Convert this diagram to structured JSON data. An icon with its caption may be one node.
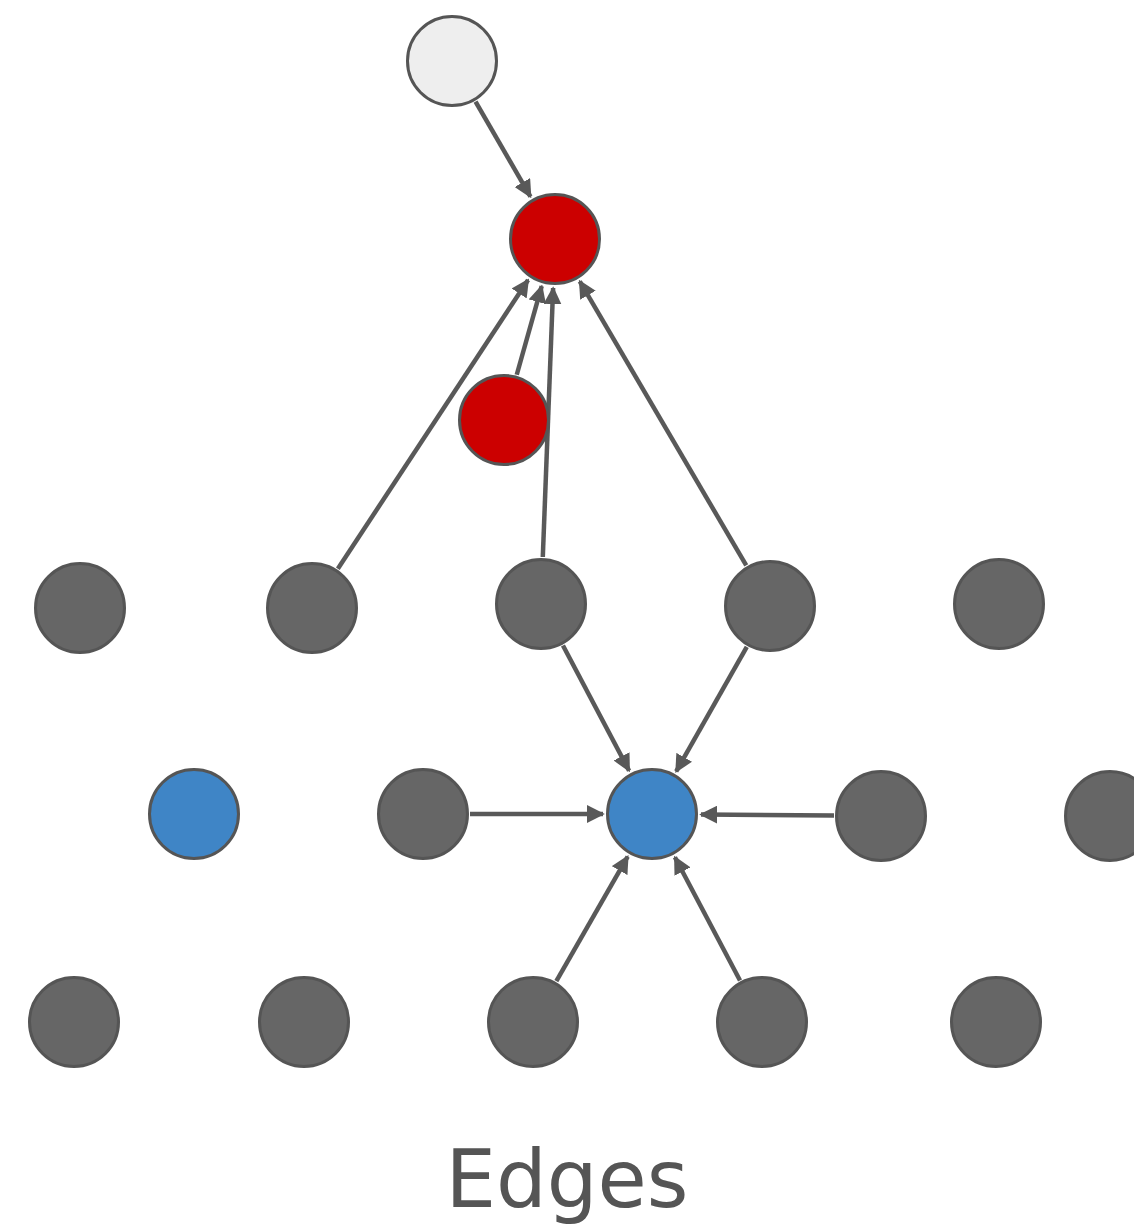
{
  "diagram": {
    "caption": "Edges",
    "nodes": [
      {
        "text": [],
        "shape": "circle"
      },
      {
        "text": [],
        "shape": "circle"
      },
      {
        "text": [],
        "shape": "circle"
      },
      {
        "text": [],
        "shape": "circle"
      },
      {
        "text": [],
        "shape": "circle"
      },
      {
        "text": [],
        "shape": "circle"
      },
      {
        "text": [],
        "shape": "circle"
      },
      {
        "text": [],
        "shape": "circle"
      },
      {
        "text": [],
        "shape": "circle"
      },
      {
        "text": [],
        "shape": "circle"
      },
      {
        "text": [],
        "shape": "circle"
      },
      {
        "text": [],
        "shape": "circle"
      },
      {
        "text": [],
        "shape": "circle"
      },
      {
        "text": [],
        "shape": "circle"
      },
      {
        "text": [],
        "shape": "circle"
      },
      {
        "text": [],
        "shape": "circle"
      },
      {
        "text": [],
        "shape": "circle"
      },
      {
        "text": [],
        "shape": "circle"
      }
    ],
    "edges": [
      {
        "from": 0,
        "to": 1,
        "arrow": "to"
      },
      {
        "from": 4,
        "to": 1,
        "arrow": "to"
      },
      {
        "from": 2,
        "to": 1,
        "arrow": "to"
      },
      {
        "from": 5,
        "to": 1,
        "arrow": "to"
      },
      {
        "from": 6,
        "to": 1,
        "arrow": "to"
      },
      {
        "from": 5,
        "to": 10,
        "arrow": "to"
      },
      {
        "from": 6,
        "to": 10,
        "arrow": "to"
      },
      {
        "from": 9,
        "to": 10,
        "arrow": "to"
      },
      {
        "from": 11,
        "to": 10,
        "arrow": "to"
      },
      {
        "from": 15,
        "to": 10,
        "arrow": "to"
      },
      {
        "from": 16,
        "to": 10,
        "arrow": "to"
      }
    ]
  }
}
